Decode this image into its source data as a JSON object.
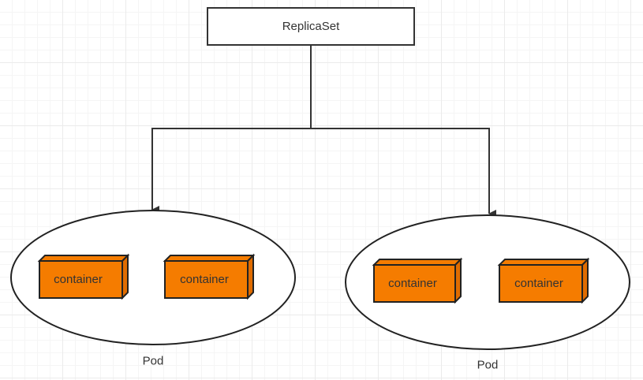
{
  "diagram": {
    "replicaset": {
      "label": "ReplicaSet"
    },
    "pods": [
      {
        "label": "Pod",
        "containers": [
          {
            "label": "container"
          },
          {
            "label": "container"
          }
        ]
      },
      {
        "label": "Pod",
        "containers": [
          {
            "label": "container"
          },
          {
            "label": "container"
          }
        ]
      }
    ],
    "colors": {
      "container_fill": "#f57c00",
      "container_side": "#e06c00",
      "container_stroke": "#222222",
      "edge": "#333333"
    }
  }
}
